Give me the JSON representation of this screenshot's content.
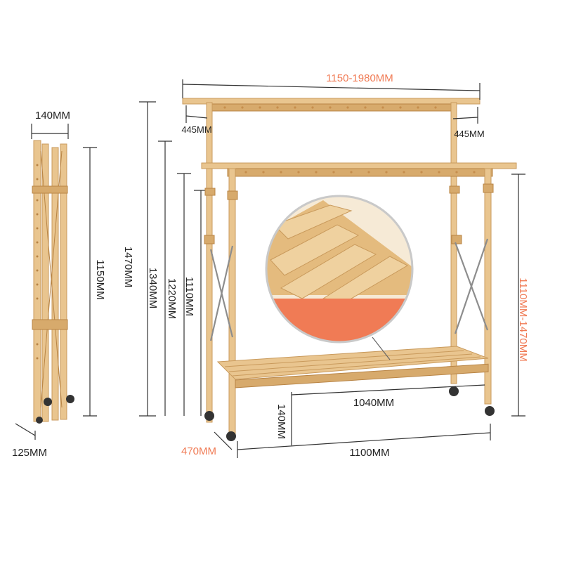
{
  "colors": {
    "accent": "#f07b55",
    "wood": "#e9c58f",
    "wood_dark": "#c99a5c",
    "line": "#333333"
  },
  "dimensions": {
    "width_range": "1150-1980MM",
    "rail_offset_left": "445MM",
    "rail_offset_right": "445MM",
    "folded_width": "140MM",
    "folded_height": "1150MM",
    "folded_depth": "125MM",
    "height_1": "1470MM",
    "height_2": "1340MM",
    "height_3": "1220MM",
    "height_4": "1110MM",
    "height_range": "1110MM-1470MM",
    "shelf_height": "140MM",
    "shelf_length": "1040MM",
    "depth": "470MM",
    "base_length": "1100MM"
  }
}
